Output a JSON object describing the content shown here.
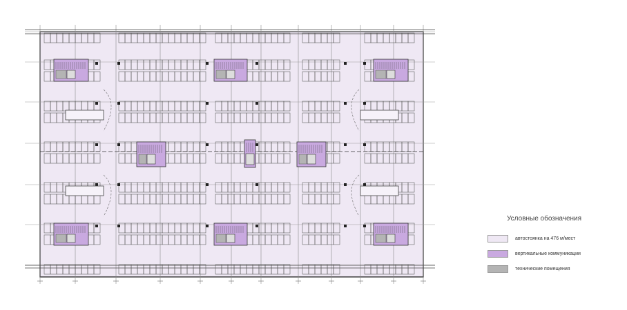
{
  "legend": {
    "title": "Условные обозначения",
    "items": [
      {
        "label": "автостоянка на 476 м/мест",
        "color": "#efe8f4"
      },
      {
        "label": "вертикальные коммуникации",
        "color": "#c9a9e0"
      },
      {
        "label": "технические помещения",
        "color": "#b4b4b4"
      }
    ]
  },
  "colors": {
    "parking": "#efe8f4",
    "vertical": "#c9a9e0",
    "technical": "#b4b4b4",
    "lines": "#555555"
  }
}
